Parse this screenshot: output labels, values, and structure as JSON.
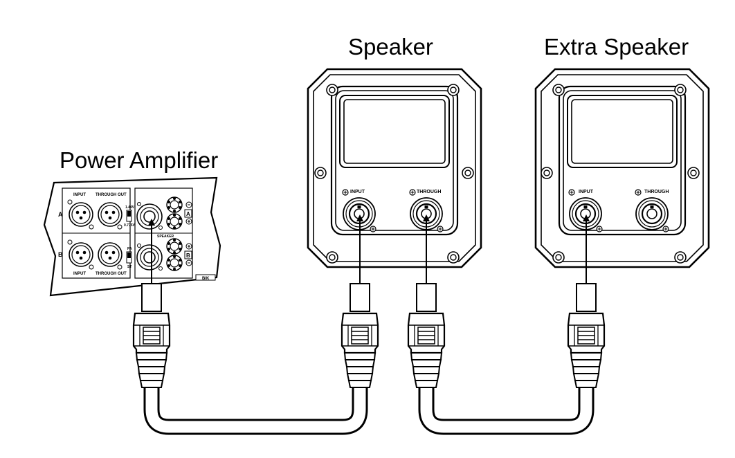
{
  "labels": {
    "amplifier": "Power Amplifier",
    "speaker": "Speaker",
    "extra_speaker": "Extra Speaker"
  },
  "amplifier_panel": {
    "input": "INPUT",
    "through_out": "THROUGH OUT",
    "channel_a": "A",
    "channel_b": "B",
    "sens_high": "1.44V",
    "sens_low": "0.775V",
    "mode_pa": "PA",
    "mode_st": "ST",
    "speaker": "SPEAKER",
    "brand": "BIK",
    "box_a": "A",
    "box_b": "B"
  },
  "speaker_panel": {
    "input": "INPUT",
    "through": "THROUGH"
  },
  "extra_speaker_panel": {
    "input": "INPUT",
    "through": "THROUGH"
  },
  "colors": {
    "line": "#000000",
    "background": "#ffffff"
  }
}
